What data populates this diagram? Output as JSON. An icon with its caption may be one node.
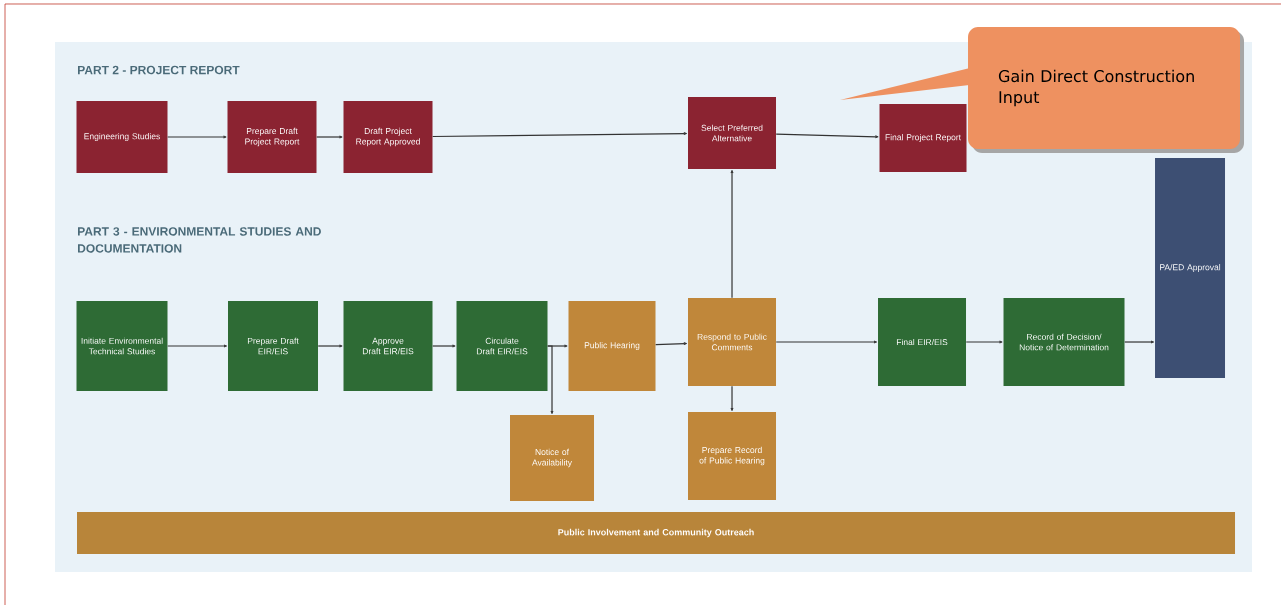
{
  "diagram": {
    "nodes": [
      {
        "text": [
          "Engineering Studies"
        ]
      },
      {
        "text": [
          "Prepare Draft Project Report"
        ]
      },
      {
        "text": [
          "Draft Project Report Approved"
        ]
      },
      {
        "text": [
          "Select Preferred Alternative"
        ]
      },
      {
        "text": [
          "Final Project Report"
        ]
      },
      {
        "text": [
          "PA/ED Approval"
        ]
      },
      {
        "text": [
          "Initiate Environmental Technical Studies"
        ]
      },
      {
        "text": [
          "Prepare Draft EIR/EIS"
        ]
      },
      {
        "text": [
          "Approve Draft EIR/EIS"
        ]
      },
      {
        "text": [
          "Circulate Draft EIR/EIS"
        ]
      },
      {
        "text": [
          "Public Hearing"
        ]
      },
      {
        "text": [
          "Respond to Public Comments"
        ]
      },
      {
        "text": [
          "Notice of Availability"
        ]
      },
      {
        "text": [
          "Prepare Record of Public Hearing"
        ]
      },
      {
        "text": [
          "Final EIR/EIS"
        ]
      },
      {
        "text": [
          "Record of Decision/ Notice of Determination"
        ]
      },
      {
        "text": [
          "Public Involvement and Community Outreach"
        ]
      },
      {
        "text": [
          "Gain Direct Construction Input"
        ]
      }
    ],
    "edges": [
      {
        "from": 0,
        "to": 1,
        "arrow": "to"
      },
      {
        "from": 1,
        "to": 2,
        "arrow": "to"
      },
      {
        "from": 2,
        "to": 3,
        "arrow": "to"
      },
      {
        "from": 3,
        "to": 4,
        "arrow": "to"
      },
      {
        "from": 6,
        "to": 7,
        "arrow": "to"
      },
      {
        "from": 7,
        "to": 8,
        "arrow": "to"
      },
      {
        "from": 8,
        "to": 9,
        "arrow": "to"
      },
      {
        "from": 9,
        "to": 10,
        "arrow": "to"
      },
      {
        "from": 9,
        "to": 12,
        "arrow": "to"
      },
      {
        "from": 10,
        "to": 11,
        "arrow": "to"
      },
      {
        "from": 11,
        "to": 3,
        "arrow": "to"
      },
      {
        "from": 11,
        "to": 13,
        "arrow": "to"
      },
      {
        "from": 11,
        "to": 14,
        "arrow": "to"
      },
      {
        "from": 14,
        "to": 15,
        "arrow": "to"
      },
      {
        "from": 15,
        "to": 5,
        "arrow": "to"
      }
    ],
    "labels": [
      "PART 2 - PROJECT REPORT",
      "PART 3 - ENVIRONMENTAL STUDIES AND DOCUMENTATION"
    ]
  }
}
